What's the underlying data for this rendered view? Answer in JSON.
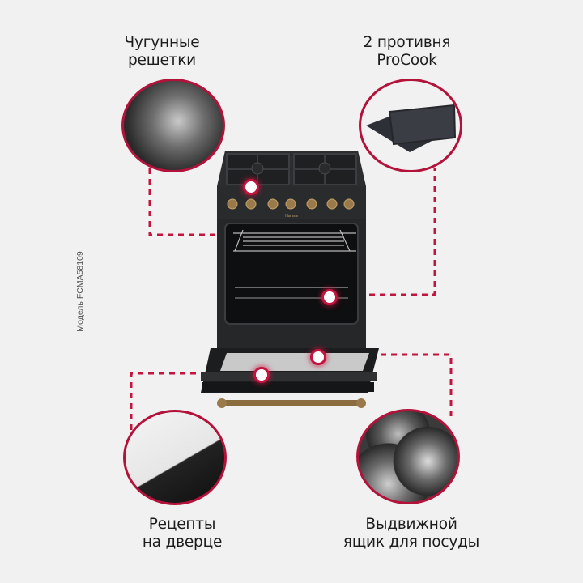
{
  "product": {
    "model_label": "Модель FCMA58109"
  },
  "features": [
    {
      "id": "grates",
      "line1": "Чугунные",
      "line2": "решетки"
    },
    {
      "id": "trays",
      "line1": "2 противня",
      "line2": "ProCook"
    },
    {
      "id": "recipes",
      "line1": "Рецепты",
      "line2": "на дверце"
    },
    {
      "id": "drawer",
      "line1": "Выдвижной",
      "line2": "ящик для посуды"
    }
  ],
  "brand_mark": "Hansa",
  "colors": {
    "accent": "#b3123a",
    "background": "#f1f1f1",
    "stove_body": "#2a2b2d",
    "brass": "#9a7a4a"
  }
}
